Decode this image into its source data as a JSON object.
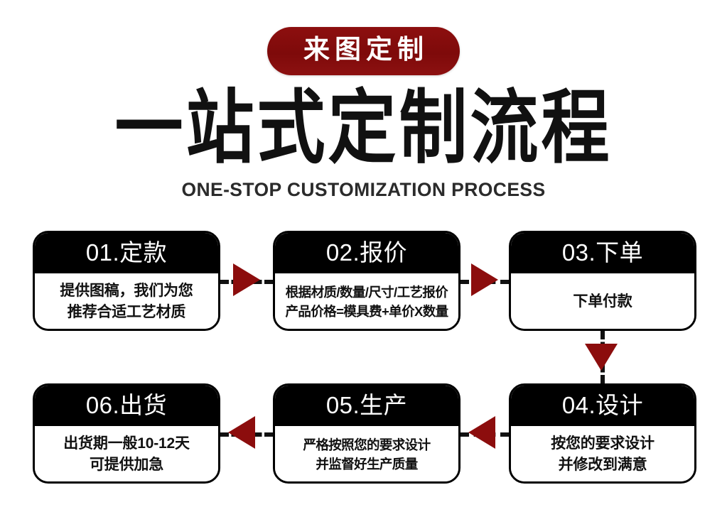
{
  "header": {
    "badge_label": "来图定制",
    "title": "一站式定制流程",
    "subtitle": "ONE-STOP CUSTOMIZATION PROCESS"
  },
  "colors": {
    "accent_red": "#8c0d0d",
    "header_bg": "#000000",
    "card_bg": "#ffffff",
    "text": "#111111",
    "dash": "#111111"
  },
  "steps": [
    {
      "number": "01",
      "title": "01.定款",
      "lines": [
        "提供图稿，我们为您",
        "推荐合适工艺材质"
      ]
    },
    {
      "number": "02",
      "title": "02.报价",
      "lines": [
        "根据材质/数量/尺寸/工艺报价",
        "产品价格=模具费+单价X数量"
      ]
    },
    {
      "number": "03",
      "title": "03.下单",
      "lines": [
        "下单付款"
      ]
    },
    {
      "number": "04",
      "title": "04.设计",
      "lines": [
        "按您的要求设计",
        "并修改到满意"
      ]
    },
    {
      "number": "05",
      "title": "05.生产",
      "lines": [
        "严格按照您的要求设计",
        "并监督好生产质量"
      ]
    },
    {
      "number": "06",
      "title": "06.出货",
      "lines": [
        "出货期一般10-12天",
        "可提供加急"
      ]
    }
  ],
  "connectors": [
    {
      "from": "01",
      "to": "02",
      "direction": "right"
    },
    {
      "from": "02",
      "to": "03",
      "direction": "right"
    },
    {
      "from": "03",
      "to": "04",
      "direction": "down"
    },
    {
      "from": "04",
      "to": "05",
      "direction": "left"
    },
    {
      "from": "05",
      "to": "06",
      "direction": "left"
    }
  ]
}
